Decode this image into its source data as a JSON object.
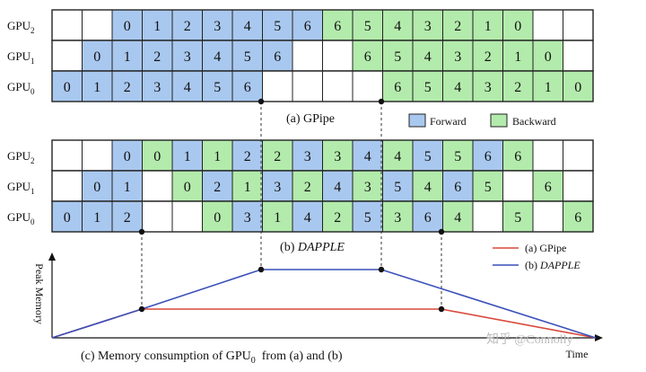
{
  "colors": {
    "forward": "#a9c8ef",
    "backward": "#b3ebac",
    "empty": "#ffffff",
    "gpipe_line": "#d9483b",
    "dapple_line": "#3a4fb8"
  },
  "gpipe": {
    "caption": "(a) GPipe",
    "rows": [
      {
        "gpu": "GPU",
        "sub": "2",
        "cells": [
          {
            "t": "",
            "k": "e"
          },
          {
            "t": "",
            "k": "e"
          },
          {
            "t": "0",
            "k": "f"
          },
          {
            "t": "1",
            "k": "f"
          },
          {
            "t": "2",
            "k": "f"
          },
          {
            "t": "3",
            "k": "f"
          },
          {
            "t": "4",
            "k": "f"
          },
          {
            "t": "5",
            "k": "f"
          },
          {
            "t": "6",
            "k": "f"
          },
          {
            "t": "6",
            "k": "b"
          },
          {
            "t": "5",
            "k": "b"
          },
          {
            "t": "4",
            "k": "b"
          },
          {
            "t": "3",
            "k": "b"
          },
          {
            "t": "2",
            "k": "b"
          },
          {
            "t": "1",
            "k": "b"
          },
          {
            "t": "0",
            "k": "b"
          },
          {
            "t": "",
            "k": "e"
          },
          {
            "t": "",
            "k": "e"
          }
        ]
      },
      {
        "gpu": "GPU",
        "sub": "1",
        "cells": [
          {
            "t": "",
            "k": "e"
          },
          {
            "t": "0",
            "k": "f"
          },
          {
            "t": "1",
            "k": "f"
          },
          {
            "t": "2",
            "k": "f"
          },
          {
            "t": "3",
            "k": "f"
          },
          {
            "t": "4",
            "k": "f"
          },
          {
            "t": "5",
            "k": "f"
          },
          {
            "t": "6",
            "k": "f"
          },
          {
            "t": "",
            "k": "e"
          },
          {
            "t": "",
            "k": "e"
          },
          {
            "t": "6",
            "k": "b"
          },
          {
            "t": "5",
            "k": "b"
          },
          {
            "t": "4",
            "k": "b"
          },
          {
            "t": "3",
            "k": "b"
          },
          {
            "t": "2",
            "k": "b"
          },
          {
            "t": "1",
            "k": "b"
          },
          {
            "t": "0",
            "k": "b"
          },
          {
            "t": "",
            "k": "e"
          }
        ]
      },
      {
        "gpu": "GPU",
        "sub": "0",
        "cells": [
          {
            "t": "0",
            "k": "f"
          },
          {
            "t": "1",
            "k": "f"
          },
          {
            "t": "2",
            "k": "f"
          },
          {
            "t": "3",
            "k": "f"
          },
          {
            "t": "4",
            "k": "f"
          },
          {
            "t": "5",
            "k": "f"
          },
          {
            "t": "6",
            "k": "f"
          },
          {
            "t": "",
            "k": "e"
          },
          {
            "t": "",
            "k": "e"
          },
          {
            "t": "",
            "k": "e"
          },
          {
            "t": "",
            "k": "e"
          },
          {
            "t": "6",
            "k": "b"
          },
          {
            "t": "5",
            "k": "b"
          },
          {
            "t": "4",
            "k": "b"
          },
          {
            "t": "3",
            "k": "b"
          },
          {
            "t": "2",
            "k": "b"
          },
          {
            "t": "1",
            "k": "b"
          },
          {
            "t": "0",
            "k": "b"
          }
        ]
      }
    ]
  },
  "dapple": {
    "caption_prefix": "(b) ",
    "caption_name": "DAPPLE",
    "rows": [
      {
        "gpu": "GPU",
        "sub": "2",
        "cells": [
          {
            "t": "",
            "k": "e"
          },
          {
            "t": "",
            "k": "e"
          },
          {
            "t": "0",
            "k": "f"
          },
          {
            "t": "0",
            "k": "b"
          },
          {
            "t": "1",
            "k": "f"
          },
          {
            "t": "1",
            "k": "b"
          },
          {
            "t": "2",
            "k": "f"
          },
          {
            "t": "2",
            "k": "b"
          },
          {
            "t": "3",
            "k": "f"
          },
          {
            "t": "3",
            "k": "b"
          },
          {
            "t": "4",
            "k": "f"
          },
          {
            "t": "4",
            "k": "b"
          },
          {
            "t": "5",
            "k": "f"
          },
          {
            "t": "5",
            "k": "b"
          },
          {
            "t": "6",
            "k": "f"
          },
          {
            "t": "6",
            "k": "b"
          },
          {
            "t": "",
            "k": "e"
          },
          {
            "t": "",
            "k": "e"
          }
        ]
      },
      {
        "gpu": "GPU",
        "sub": "1",
        "cells": [
          {
            "t": "",
            "k": "e"
          },
          {
            "t": "0",
            "k": "f"
          },
          {
            "t": "1",
            "k": "f"
          },
          {
            "t": "",
            "k": "e"
          },
          {
            "t": "0",
            "k": "b"
          },
          {
            "t": "2",
            "k": "f"
          },
          {
            "t": "1",
            "k": "b"
          },
          {
            "t": "3",
            "k": "f"
          },
          {
            "t": "2",
            "k": "b"
          },
          {
            "t": "4",
            "k": "f"
          },
          {
            "t": "3",
            "k": "b"
          },
          {
            "t": "5",
            "k": "f"
          },
          {
            "t": "4",
            "k": "b"
          },
          {
            "t": "6",
            "k": "f"
          },
          {
            "t": "5",
            "k": "b"
          },
          {
            "t": "",
            "k": "e"
          },
          {
            "t": "6",
            "k": "b"
          },
          {
            "t": "",
            "k": "e"
          }
        ]
      },
      {
        "gpu": "GPU",
        "sub": "0",
        "cells": [
          {
            "t": "0",
            "k": "f"
          },
          {
            "t": "1",
            "k": "f"
          },
          {
            "t": "2",
            "k": "f"
          },
          {
            "t": "",
            "k": "e"
          },
          {
            "t": "",
            "k": "e"
          },
          {
            "t": "0",
            "k": "b"
          },
          {
            "t": "3",
            "k": "f"
          },
          {
            "t": "1",
            "k": "b"
          },
          {
            "t": "4",
            "k": "f"
          },
          {
            "t": "2",
            "k": "b"
          },
          {
            "t": "5",
            "k": "f"
          },
          {
            "t": "3",
            "k": "b"
          },
          {
            "t": "6",
            "k": "f"
          },
          {
            "t": "4",
            "k": "b"
          },
          {
            "t": "",
            "k": "e"
          },
          {
            "t": "5",
            "k": "b"
          },
          {
            "t": "",
            "k": "e"
          },
          {
            "t": "6",
            "k": "b"
          }
        ]
      }
    ]
  },
  "legend_top": {
    "forward": "Forward",
    "backward": "Backward"
  },
  "memory": {
    "y_label": "Peak Memory",
    "x_label": "Time",
    "caption_prefix": "(c) Memory consumption of GPU",
    "caption_sub": "0",
    "caption_suffix": "  from (a) and (b)",
    "legend": {
      "gpipe_prefix": "(a) ",
      "gpipe_name": "GPipe",
      "dapple_prefix": "(b) ",
      "dapple_name": "DAPPLE"
    }
  },
  "watermark": "知乎 @Connolly"
}
